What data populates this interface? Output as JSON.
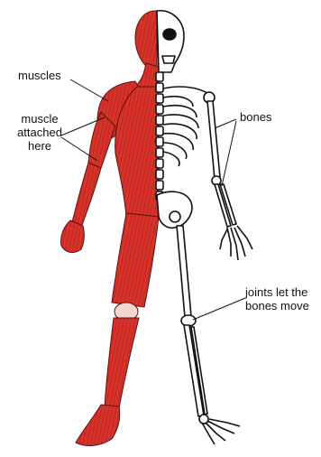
{
  "figure": {
    "accent_muscle": "#d8322a",
    "bone_fill": "#ffffff",
    "outline": "#111111"
  },
  "labels": {
    "muscles": "muscles",
    "muscle_attached_line1": "muscle",
    "muscle_attached_line2": "attached",
    "muscle_attached_line3": "here",
    "bones": "bones",
    "joints_line1": "joints let the",
    "joints_line2": "bones move"
  }
}
